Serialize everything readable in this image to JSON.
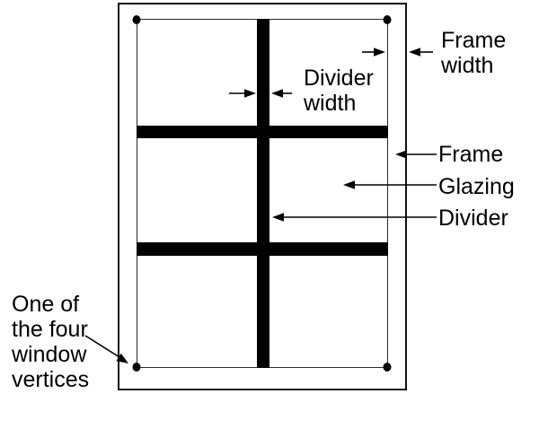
{
  "colors": {
    "ink": "#000000",
    "paper": "#ffffff"
  },
  "labels": {
    "frame_width": {
      "line1": "Frame",
      "line2": "width"
    },
    "divider_width": {
      "line1": "Divider",
      "line2": "width"
    },
    "frame": "Frame",
    "glazing": "Glazing",
    "divider": "Divider",
    "vertex_note": {
      "line1": "One of",
      "line2": "the four",
      "line3": "window",
      "line4": "vertices"
    }
  }
}
